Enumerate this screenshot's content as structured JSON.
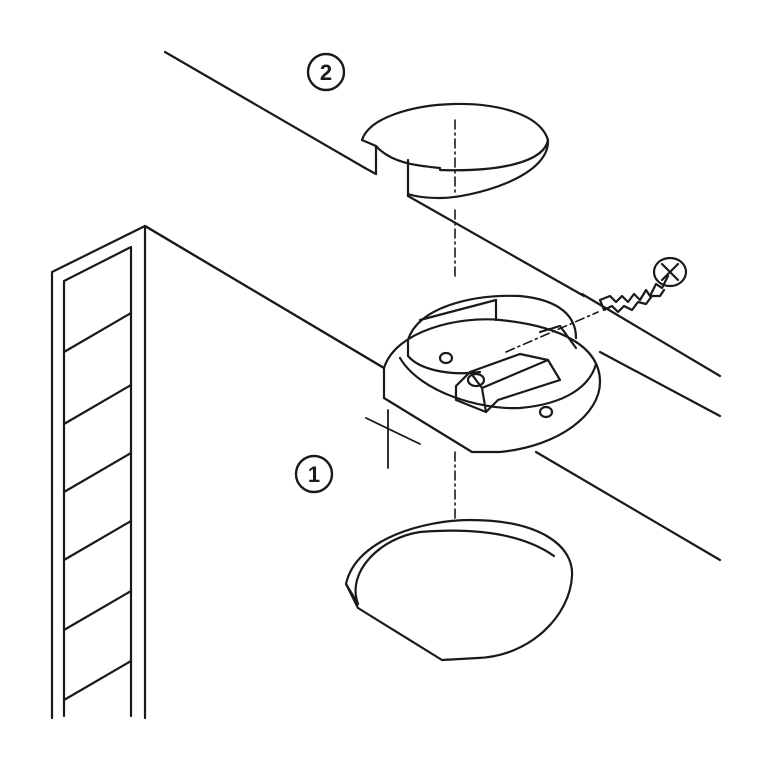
{
  "diagram": {
    "step_markers": [
      {
        "id": "step-1",
        "label": "1"
      },
      {
        "id": "step-2",
        "label": "2"
      }
    ]
  },
  "colors": {
    "line": "#1a1a1a",
    "background": "#ffffff"
  }
}
